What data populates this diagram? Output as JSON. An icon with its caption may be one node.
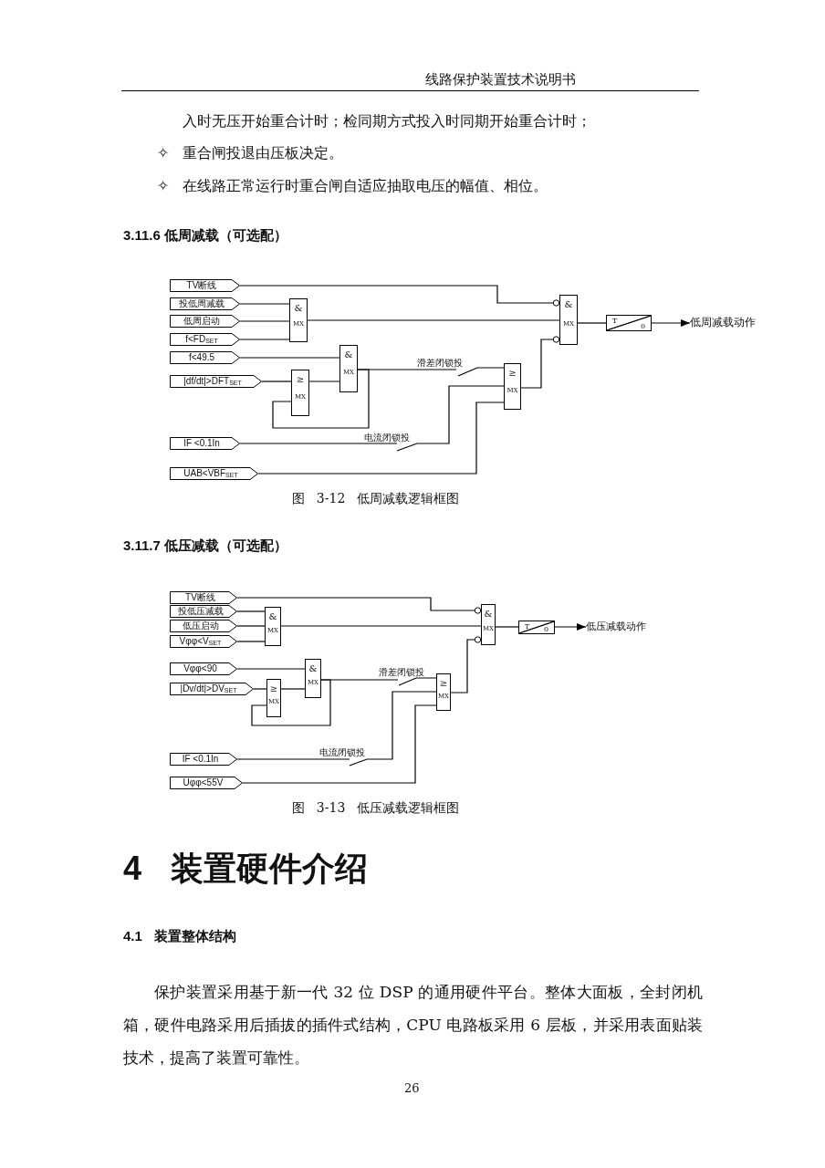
{
  "diagram": {
    "nodes": [
      {
        "text": [
          "TV断线"
        ]
      },
      {
        "text": [
          "投低周减载"
        ]
      },
      {
        "text": [
          "低周启动"
        ]
      },
      {
        "text": [
          "f<FD$_{SET}$"
        ]
      },
      {
        "text": [
          "f<49.5"
        ]
      },
      {
        "text": [
          "|df/dt|>DFT$_{SET}$"
        ]
      },
      {
        "text": [
          "IF <0.1In"
        ]
      },
      {
        "text": [
          "UAB<VBF$_{SET}$"
        ]
      },
      {
        "text": [
          "&",
          "MX"
        ]
      },
      {
        "text": [
          "≥",
          "MX"
        ]
      },
      {
        "text": [
          "&",
          "MX"
        ]
      },
      {
        "text": [
          "≥",
          "MX"
        ]
      },
      {
        "text": [
          "&",
          "MX"
        ]
      },
      {
        "text": [
          "T",
          "0"
        ]
      },
      {
        "text": [
          "低周减载动作"
        ]
      },
      {
        "text": [
          "TV断线"
        ]
      },
      {
        "text": [
          "投低压减载"
        ]
      },
      {
        "text": [
          "低压启动"
        ]
      },
      {
        "text": [
          "Vφφ<V$_{SET}$"
        ]
      },
      {
        "text": [
          "Vφφ<90"
        ]
      },
      {
        "text": [
          "|Dv/dt|>DV$_{SET}$"
        ]
      },
      {
        "text": [
          "IF <0.1In"
        ]
      },
      {
        "text": [
          "Uφφ<55V"
        ]
      },
      {
        "text": [
          "&",
          "MX"
        ]
      },
      {
        "text": [
          "≥",
          "MX"
        ]
      },
      {
        "text": [
          "&",
          "MX"
        ]
      },
      {
        "text": [
          "≥",
          "MX"
        ]
      },
      {
        "text": [
          "&",
          "MX"
        ]
      },
      {
        "text": [
          "T",
          "0"
        ]
      },
      {
        "text": [
          "低压减载动作"
        ]
      }
    ],
    "edges": [
      {
        "from": 0,
        "to": 12,
        "arrow": "other"
      },
      {
        "from": 1,
        "to": 8,
        "arrow": "none"
      },
      {
        "from": 2,
        "to": 8,
        "arrow": "none"
      },
      {
        "from": 3,
        "to": 8,
        "arrow": "none"
      },
      {
        "from": 8,
        "to": 12,
        "arrow": "none"
      },
      {
        "from": 4,
        "to": 10,
        "arrow": "none"
      },
      {
        "from": 5,
        "to": 9,
        "arrow": "none"
      },
      {
        "from": 9,
        "to": 10,
        "arrow": "none"
      },
      {
        "from": 10,
        "to": 9,
        "arrow": "none"
      },
      {
        "from": 10,
        "to": 11,
        "arrow": "none",
        "label": "滑差闭锁投"
      },
      {
        "from": 6,
        "to": 11,
        "arrow": "none",
        "label": "电流闭锁投"
      },
      {
        "from": 7,
        "to": 11,
        "arrow": "none"
      },
      {
        "from": 11,
        "to": 12,
        "arrow": "other"
      },
      {
        "from": 12,
        "to": 13,
        "arrow": "none"
      },
      {
        "from": 13,
        "to": 14,
        "arrow": "to"
      },
      {
        "from": 15,
        "to": 27,
        "arrow": "other"
      },
      {
        "from": 16,
        "to": 23,
        "arrow": "none"
      },
      {
        "from": 17,
        "to": 23,
        "arrow": "none"
      },
      {
        "from": 18,
        "to": 23,
        "arrow": "none"
      },
      {
        "from": 23,
        "to": 27,
        "arrow": "none"
      },
      {
        "from": 19,
        "to": 25,
        "arrow": "none"
      },
      {
        "from": 20,
        "to": 24,
        "arrow": "none"
      },
      {
        "from": 24,
        "to": 25,
        "arrow": "none"
      },
      {
        "from": 25,
        "to": 24,
        "arrow": "none"
      },
      {
        "from": 25,
        "to": 26,
        "arrow": "none",
        "label": "滑差闭锁投"
      },
      {
        "from": 21,
        "to": 26,
        "arrow": "none",
        "label": "电流闭锁投"
      },
      {
        "from": 22,
        "to": 26,
        "arrow": "none"
      },
      {
        "from": 26,
        "to": 27,
        "arrow": "other"
      },
      {
        "from": 27,
        "to": 28,
        "arrow": "none"
      },
      {
        "from": 28,
        "to": 29,
        "arrow": "to"
      }
    ],
    "labels": [
      "线路保护装置技术说明书",
      "入时无压开始重合计时；检同期方式投入时同期开始重合计时；",
      "✧ 重合闸投退由压板决定。",
      "✧ 在线路正常运行时重合闸自适应抽取电压的幅值、相位。",
      "3.11.6 低周减载（可选配）",
      "图 3-12 低周减载逻辑框图",
      "3.11.7 低压减载（可选配）",
      "图 3-13 低压减载逻辑框图",
      "4 装置硬件介绍",
      "4.1 装置整体结构",
      "保护装置采用基于新一代 32 位 DSP 的通用硬件平台。整体大面板，全封闭机箱，硬件电路采用后插拔的插件式结构，CPU 电路板采用 6 层板，并采用表面贴装技术，提高了装置可靠性。",
      "26"
    ]
  }
}
